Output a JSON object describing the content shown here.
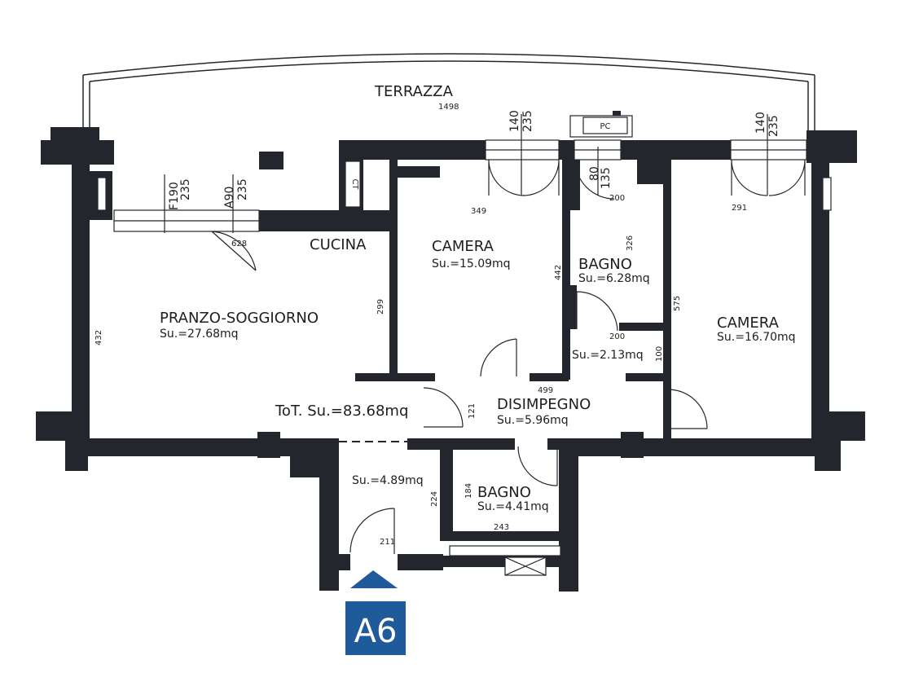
{
  "rooms": {
    "terrazza": {
      "label": "TERRAZZA",
      "dim": "1498"
    },
    "cucina": {
      "label": "CUCINA"
    },
    "pranzo": {
      "label": "PRANZO-SOGGIORNO",
      "area": "Su.=27.68mq"
    },
    "camera1": {
      "label": "CAMERA",
      "area": "Su.=15.09mq"
    },
    "bagno1": {
      "label": "BAGNO",
      "area": "Su.=6.28mq"
    },
    "camera2": {
      "label": "CAMERA",
      "area": "Su.=16.70mq"
    },
    "ripostiglio": {
      "area": "Su.=2.13mq"
    },
    "disimpegno": {
      "label": "DISIMPEGNO",
      "area": "Su.=5.96mq"
    },
    "ingresso": {
      "area": "Su.=4.89mq"
    },
    "bagno2": {
      "label": "BAGNO",
      "area": "Su.=4.41mq"
    },
    "total": "ToT. Su.=83.68mq"
  },
  "fixtures": {
    "pc": "PC",
    "ct": "CT"
  },
  "dimensions": {
    "f190": "F190",
    "f190_h": "235",
    "a90": "A90",
    "a90_h": "235",
    "w1_top": "140",
    "w1_h": "235",
    "w2_top": "140",
    "w2_h": "235",
    "d80": "80",
    "d80_h": "135",
    "d628": "628",
    "d349": "349",
    "d200a": "200",
    "d291": "291",
    "d326": "326",
    "d442": "442",
    "d299": "299",
    "d575": "575",
    "d200b": "200",
    "d100": "100",
    "d432": "432",
    "d499": "499",
    "d121": "121",
    "d224": "224",
    "d184": "184",
    "d243": "243",
    "d211": "211"
  },
  "badge": {
    "label": "A6",
    "color": "#1f5a9a"
  }
}
